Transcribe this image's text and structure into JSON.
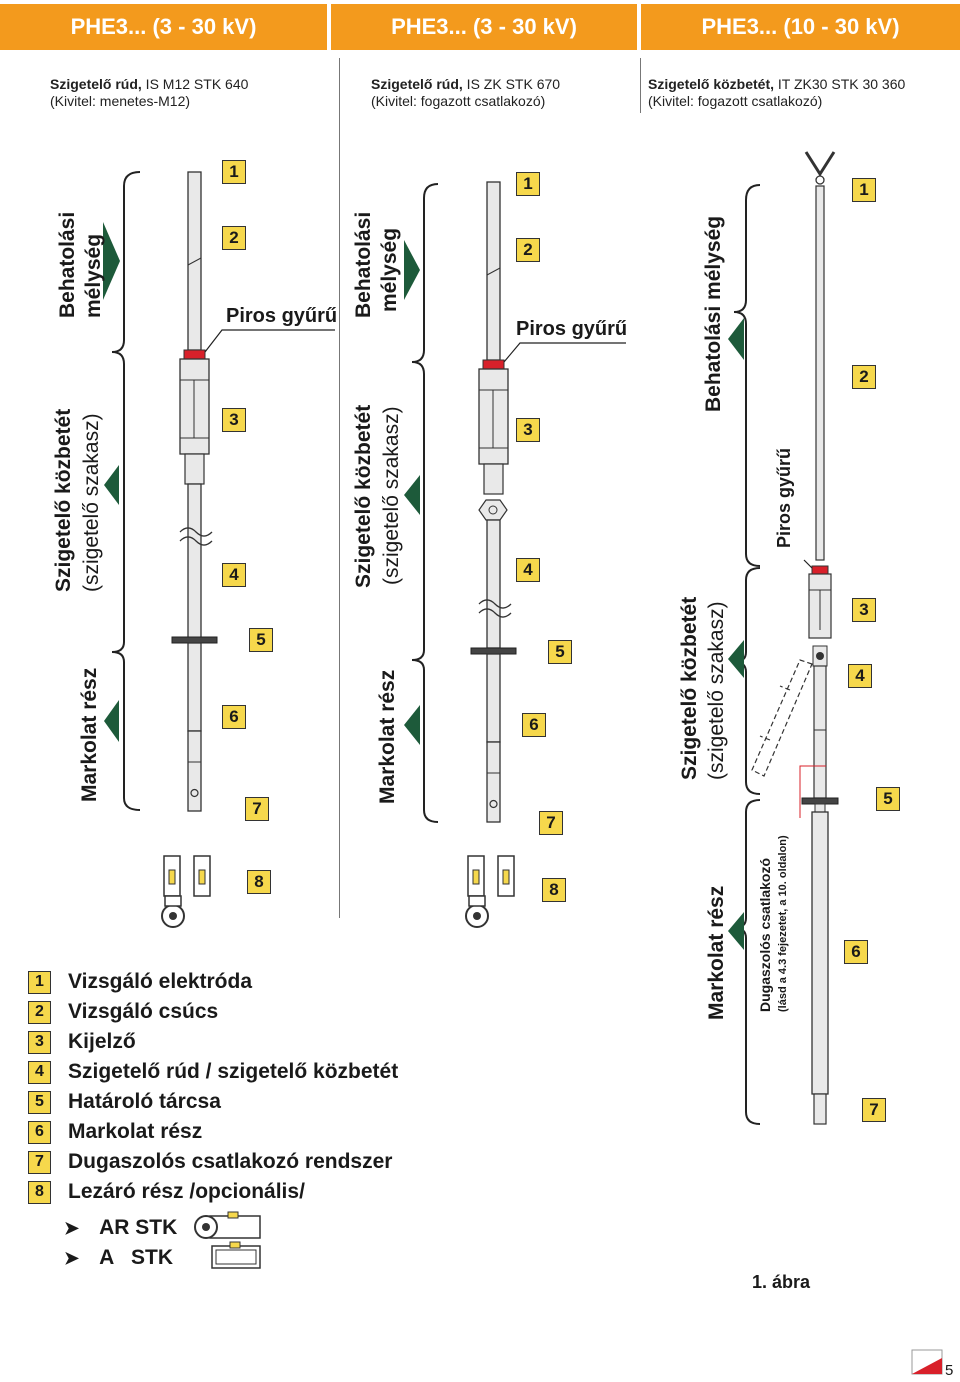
{
  "headers": [
    {
      "label": "PHE3... (3 - 30 kV)"
    },
    {
      "label": "PHE3... (3 - 30 kV)"
    },
    {
      "label": "PHE3... (10 - 30 kV)"
    }
  ],
  "columns": [
    {
      "title_bold": "Szigetelő rúd,",
      "title_rest": " IS M12 STK 640",
      "subtitle": "(Kivitel: menetes-M12)"
    },
    {
      "title_bold": "Szigetelő rúd,",
      "title_rest": " IS ZK STK 670",
      "subtitle": "(Kivitel: fogazott csatlakozó)"
    },
    {
      "title_bold": "Szigetelő közbetét,",
      "title_rest": " IT ZK30 STK 30 360",
      "subtitle": "(Kivitel: fogazott csatlakozó)"
    }
  ],
  "sections": {
    "depth_line1": "Behatolási",
    "depth_line2": "mélység",
    "depth_full": "Behatolási mélység",
    "insert_line1": "Szigetelő közbetét",
    "insert_line2": "(szigetelő szakasz)",
    "handle": "Markolat rész",
    "red_ring": "Piros gyűrű",
    "plug_line1": "Dugaszolós csatlakozó",
    "plug_line2": "(lásd a 4.3 fejezetet, a 10. oldalon)"
  },
  "legend": [
    {
      "num": "1",
      "text": "Vizsgáló elektróda"
    },
    {
      "num": "2",
      "text": "Vizsgáló csúcs"
    },
    {
      "num": "3",
      "text": "Kijelző"
    },
    {
      "num": "4",
      "text": "Szigetelő rúd / szigetelő közbetét"
    },
    {
      "num": "5",
      "text": "Határoló tárcsa"
    },
    {
      "num": "6",
      "text": "Markolat rész"
    },
    {
      "num": "7",
      "text": "Dugaszolós csatlakozó rendszer"
    },
    {
      "num": "8",
      "text": "Lezáró rész /opcionális/"
    }
  ],
  "options": [
    {
      "label": "AR STK"
    },
    {
      "label": "A   STK"
    }
  ],
  "figure_caption": "1. ábra",
  "page_number": "5",
  "colors": {
    "accent": "#f39a1d",
    "badge": "#f6d84c",
    "ring": "#d8202a",
    "arrow": "#1d5a3a",
    "pole": "#e9e9e9"
  }
}
